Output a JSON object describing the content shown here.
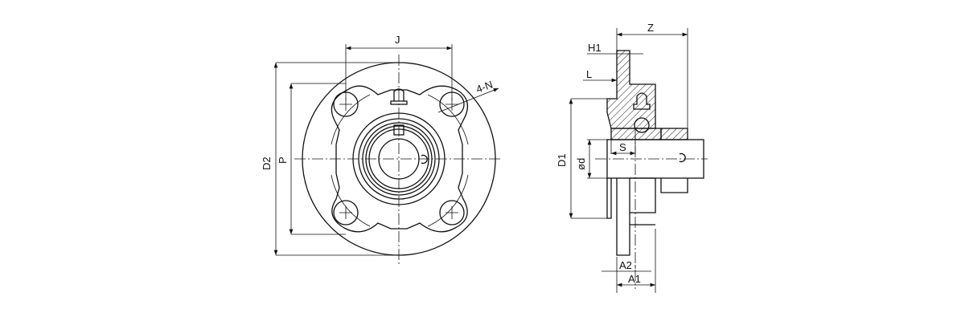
{
  "front_view": {
    "labels": {
      "J": "J",
      "D2": "D2",
      "P": "P",
      "N": "4-N"
    }
  },
  "side_view": {
    "labels": {
      "Z": "Z",
      "H1": "H1",
      "L": "L",
      "D1": "D1",
      "d": "ød",
      "S": "S",
      "A2": "A2",
      "A1": "A1"
    }
  }
}
